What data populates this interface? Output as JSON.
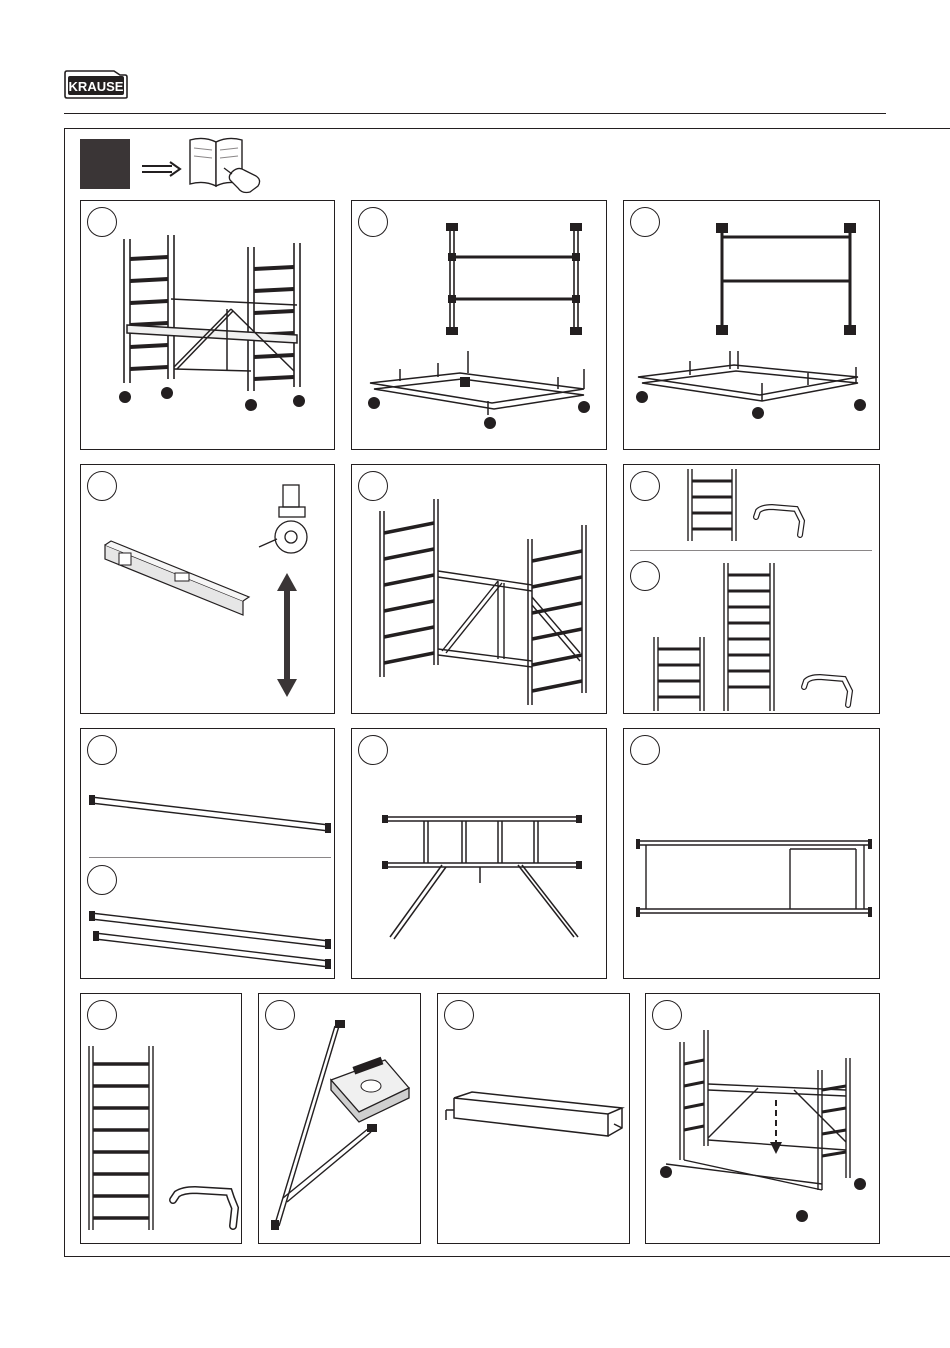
{
  "brand": {
    "logo_text": "KRAUSE"
  },
  "icons": {
    "logo": "krause-logo",
    "manual": "open-manual-icon",
    "arrow": "double-arrow-right-icon",
    "hand": "pointing-hand-icon"
  },
  "colors": {
    "ink": "#231f20",
    "dark_box": "#3a3536",
    "level_fill": "#e6e6e6"
  },
  "panels": [
    {
      "id": "scaffold-complete",
      "icon": "mobile-scaffold-illustration"
    },
    {
      "id": "base-frame-parts",
      "icon": "base-frame-illustration"
    },
    {
      "id": "base-frame-assembled",
      "icon": "base-frame-rotated-illustration"
    },
    {
      "id": "level-and-castor",
      "icon": "spirit-level-castor-illustration"
    },
    {
      "id": "side-frames-braced",
      "icon": "side-frames-illustration"
    },
    {
      "id": "small-frame-and-claw",
      "icon": "ladder-frame-small-illustration"
    },
    {
      "id": "large-frames-and-claw",
      "icon": "ladder-frames-large-illustration"
    },
    {
      "id": "guardrail-single",
      "icon": "guardrail-illustration"
    },
    {
      "id": "guardrails-double",
      "icon": "guardrails-illustration"
    },
    {
      "id": "braced-frame",
      "icon": "braced-frame-illustration"
    },
    {
      "id": "platform",
      "icon": "platform-illustration"
    },
    {
      "id": "ladder-frame-and-claw",
      "icon": "ladder-frame-illustration"
    },
    {
      "id": "stabiliser-and-weight",
      "icon": "stabiliser-illustration"
    },
    {
      "id": "toe-board",
      "icon": "toe-board-illustration"
    },
    {
      "id": "scaffold-platform-insert",
      "icon": "scaffold-insert-illustration"
    }
  ]
}
